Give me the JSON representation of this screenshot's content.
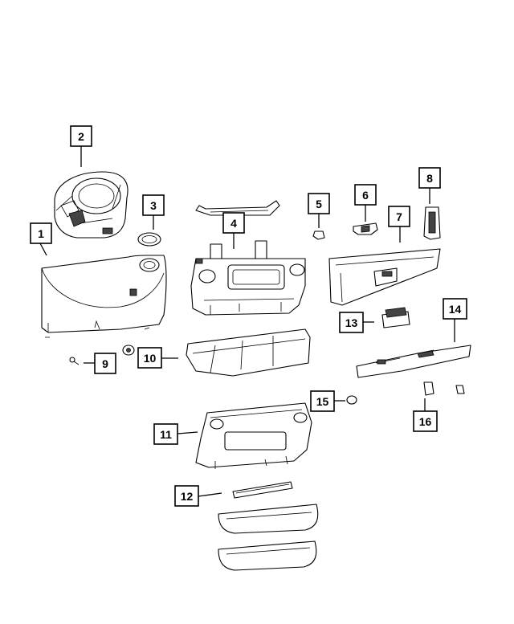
{
  "diagram": {
    "callouts": [
      {
        "id": "1",
        "label": "1"
      },
      {
        "id": "2",
        "label": "2"
      },
      {
        "id": "3",
        "label": "3"
      },
      {
        "id": "4",
        "label": "4"
      },
      {
        "id": "5",
        "label": "5"
      },
      {
        "id": "6",
        "label": "6"
      },
      {
        "id": "7",
        "label": "7"
      },
      {
        "id": "8",
        "label": "8"
      },
      {
        "id": "9",
        "label": "9"
      },
      {
        "id": "10",
        "label": "10"
      },
      {
        "id": "11",
        "label": "11"
      },
      {
        "id": "12",
        "label": "12"
      },
      {
        "id": "13",
        "label": "13"
      },
      {
        "id": "14",
        "label": "14"
      },
      {
        "id": "15",
        "label": "15"
      },
      {
        "id": "16",
        "label": "16"
      }
    ],
    "colors": {
      "line": "#000000",
      "background": "#ffffff",
      "shade": "#444444"
    }
  }
}
